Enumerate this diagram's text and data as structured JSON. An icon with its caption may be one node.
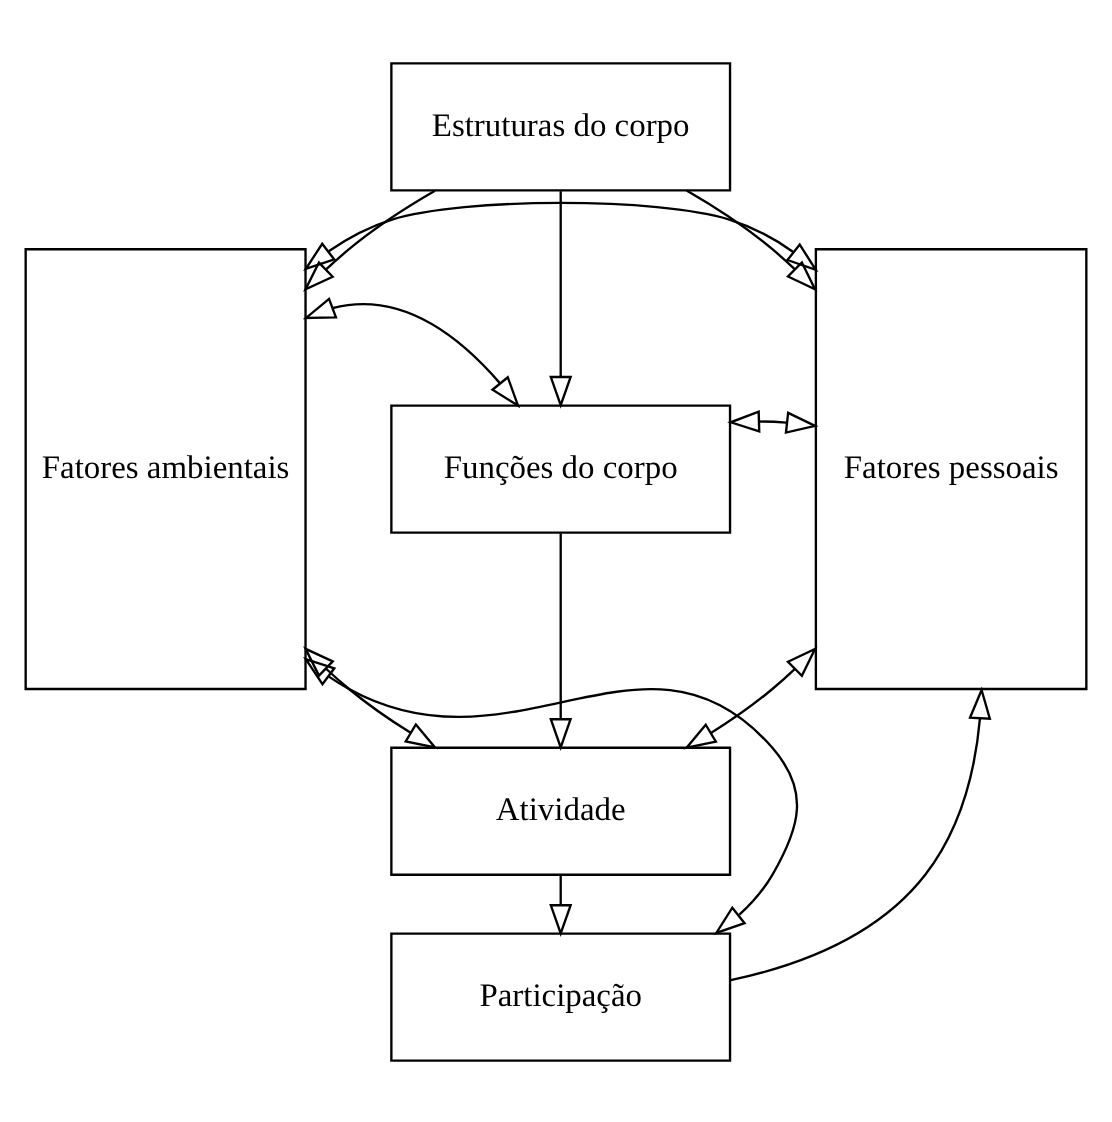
{
  "diagram": {
    "nodes": [
      {
        "text": [
          "Fatores ambientais"
        ]
      },
      {
        "text": [
          "Estruturas do corpo"
        ]
      },
      {
        "text": [
          "Funções do corpo"
        ]
      },
      {
        "text": [
          "Atividade"
        ]
      },
      {
        "text": [
          "Participação"
        ]
      },
      {
        "text": [
          "Fatores pessoais"
        ]
      }
    ],
    "edges": [
      {
        "from": 1,
        "to": 0,
        "arrow": "to"
      },
      {
        "from": 1,
        "to": 5,
        "arrow": "to"
      },
      {
        "from": 1,
        "to": 2,
        "arrow": "to"
      },
      {
        "from": 0,
        "to": 2,
        "arrow": "both"
      },
      {
        "from": 2,
        "to": 5,
        "arrow": "both"
      },
      {
        "from": 2,
        "to": 3,
        "arrow": "to"
      },
      {
        "from": 0,
        "to": 3,
        "arrow": "both"
      },
      {
        "from": 3,
        "to": 5,
        "arrow": "both"
      },
      {
        "from": 3,
        "to": 4,
        "arrow": "to"
      },
      {
        "from": 0,
        "to": 4,
        "arrow": "both"
      },
      {
        "from": 4,
        "to": 5,
        "arrow": "to"
      },
      {
        "from": 0,
        "to": 5,
        "arrow": "both"
      }
    ]
  }
}
